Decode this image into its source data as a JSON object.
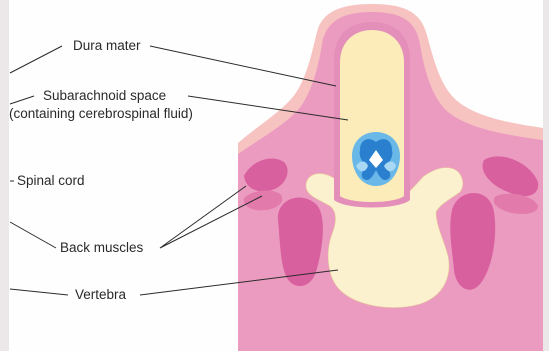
{
  "labels": {
    "dura_mater": "Dura mater",
    "subarachnoid_space": "Subarachnoid space",
    "subarachnoid_note": "(containing cerebrospinal fluid)",
    "spinal_cord": "Spinal cord",
    "back_muscles": "Back muscles",
    "vertebra": "Vertebra"
  },
  "colors": {
    "skin": "#f6c3c0",
    "muscle_bg": "#ec9bc0",
    "muscle_dark": "#d9609f",
    "muscle_mid": "#e27aab",
    "dura": "#e38fb9",
    "csf_yellow": "#fbecba",
    "bone": "#fbf1cf",
    "cord_blue": "#2a7fcf",
    "cord_outer": "#69b8e8",
    "cord_light": "#a9d8f4"
  }
}
